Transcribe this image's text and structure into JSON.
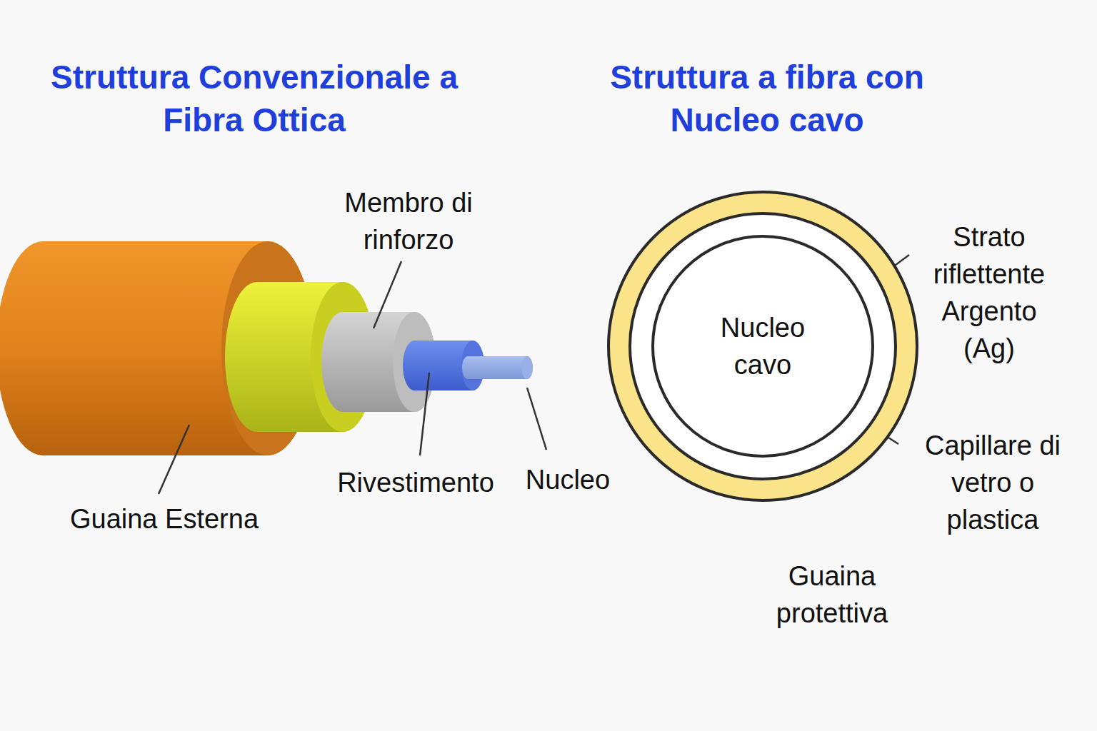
{
  "diagram": {
    "nodes": [
      {
        "text": [
          "Nucleo cavo"
        ]
      }
    ],
    "labels": [
      "Struttura Convenzionale a Fibra Ottica",
      "Struttura a fibra con Nucleo cavo",
      "Membro di rinforzo",
      "Rivestimento",
      "Nucleo",
      "Guaina Esterna",
      "Strato riflettente Argento (Ag)",
      "Capillare di vetro o plastica",
      "Guaina protettiva"
    ]
  }
}
